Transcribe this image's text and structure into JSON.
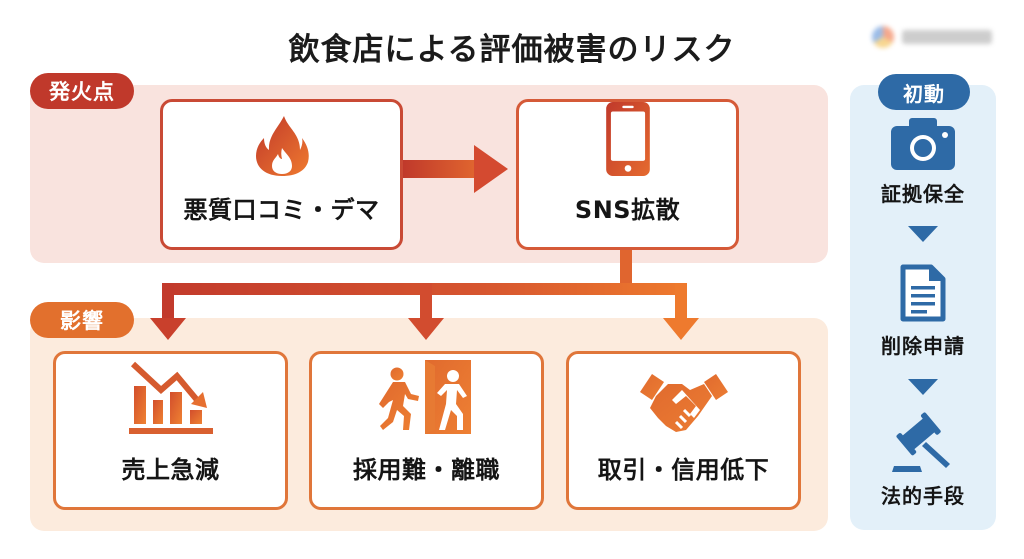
{
  "title": "飲食店による評価被害のリスク",
  "logo": {
    "icon": "brand-logo-icon",
    "text": ""
  },
  "sections": {
    "origin": {
      "label": "発火点",
      "color": "#c0392b",
      "cards": [
        {
          "label": "悪質口コミ・デマ",
          "icon": "fire-icon"
        },
        {
          "label": "SNS拡散",
          "icon": "smartphone-icon"
        }
      ]
    },
    "impact": {
      "label": "影響",
      "color": "#e2702d",
      "cards": [
        {
          "label": "売上急減",
          "icon": "declining-chart-icon"
        },
        {
          "label": "採用難・離職",
          "icon": "person-exiting-icon"
        },
        {
          "label": "取引・信用低下",
          "icon": "handshake-icon"
        }
      ]
    },
    "response": {
      "label": "初動",
      "color": "#2e6aa6",
      "steps": [
        {
          "label": "証拠保全",
          "icon": "camera-icon"
        },
        {
          "label": "削除申請",
          "icon": "document-icon"
        },
        {
          "label": "法的手段",
          "icon": "gavel-icon"
        }
      ]
    }
  }
}
